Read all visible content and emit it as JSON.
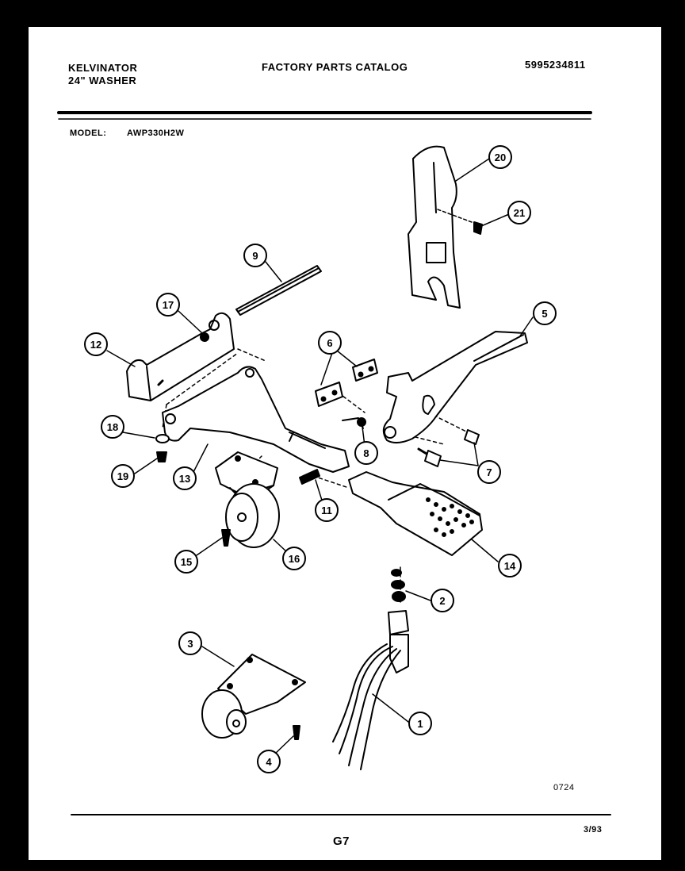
{
  "header": {
    "brand": "KELVINATOR",
    "product": "24\" WASHER",
    "catalog_title": "FACTORY PARTS CATALOG",
    "catalog_number": "5995234811",
    "model_label": "MODEL:",
    "model_value": "AWP330H2W"
  },
  "footer": {
    "figure_code": "0724",
    "page_code": "G7",
    "date": "3/93"
  },
  "callouts": [
    "1",
    "2",
    "3",
    "4",
    "5",
    "6",
    "7",
    "8",
    "9",
    "11",
    "12",
    "13",
    "14",
    "15",
    "16",
    "17",
    "18",
    "19",
    "20",
    "21"
  ]
}
